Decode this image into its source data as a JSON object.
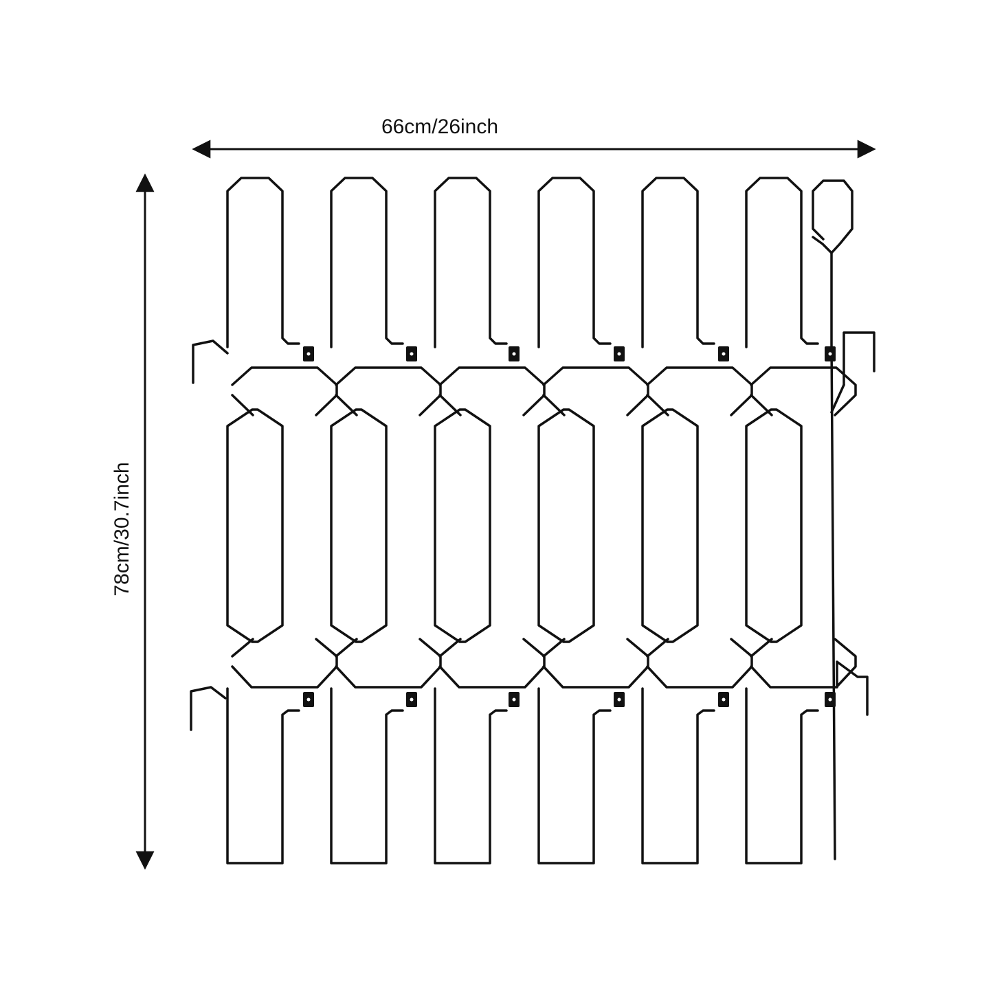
{
  "dimensions": {
    "width_label": "66cm/26inch",
    "height_label": "78cm/30.7inch"
  },
  "product": {
    "panels": 6,
    "colors": {
      "wire": "#111111",
      "background": "#ffffff",
      "dimension_line": "#111111"
    }
  }
}
